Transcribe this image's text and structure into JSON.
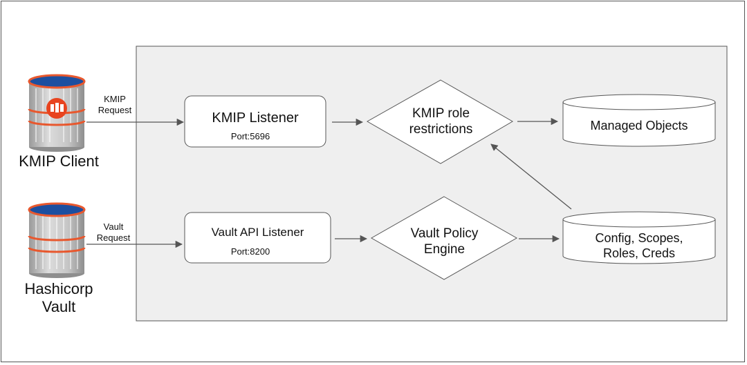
{
  "actors": {
    "kmip_client": {
      "label": "KMIP Client"
    },
    "vault": {
      "label_line1": "Hashicorp",
      "label_line2": "Vault"
    }
  },
  "requests": {
    "kmip": {
      "line1": "KMIP",
      "line2": "Request"
    },
    "vault": {
      "line1": "Vault",
      "line2": "Request"
    }
  },
  "nodes": {
    "kmip_listener": {
      "title": "KMIP Listener",
      "port": "Port:5696"
    },
    "vault_api_listener": {
      "title": "Vault API Listener",
      "port": "Port:8200"
    },
    "kmip_role": {
      "line1": "KMIP role",
      "line2": "restrictions"
    },
    "vault_policy": {
      "line1": "Vault Policy",
      "line2": "Engine"
    },
    "managed_objects": {
      "label": "Managed Objects"
    },
    "config_store": {
      "line1": "Config, Scopes,",
      "line2": "Roles, Creds"
    }
  },
  "colors": {
    "panel": "#efefef",
    "cylinder_top": "#1c4fa0",
    "cylinder_rim": "#e8582e",
    "badge": "#e8441f"
  }
}
